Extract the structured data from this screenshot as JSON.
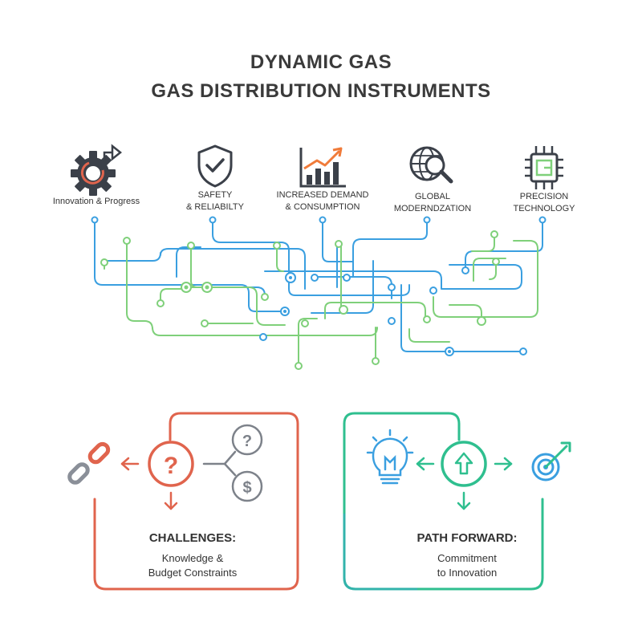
{
  "title": {
    "line1": "DYNAMIC GAS",
    "line2": "GAS DISTRIBUTION INSTRUMENTS"
  },
  "features": [
    {
      "icon": "gear-arrow-icon",
      "lines": [
        "Innovation & Progress"
      ]
    },
    {
      "icon": "shield-check-icon",
      "lines": [
        "SAFETY",
        "& RELIABILTY"
      ]
    },
    {
      "icon": "bar-chart-growth-icon",
      "lines": [
        "INCREASED DEMAND",
        "& CONSUMPTION"
      ]
    },
    {
      "icon": "globe-magnifier-icon",
      "lines": [
        "GLOBAL",
        "MODERNDZATION"
      ]
    },
    {
      "icon": "microchip-icon",
      "lines": [
        "PRECISION",
        "TECHNOLOGY"
      ]
    }
  ],
  "challenges": {
    "heading": "CHALLENGES:",
    "lines": [
      "Knowledge &",
      "Budget Constraints"
    ],
    "color": "#e0644d",
    "icons": [
      "broken-chain-icon",
      "question-circle-icon",
      "question-circle-icon",
      "dollar-circle-icon"
    ],
    "glyphs": {
      "question": "?",
      "dollar": "$"
    }
  },
  "path_forward": {
    "heading": "PATH FORWARD:",
    "lines": [
      "Commitment",
      "to Innovation"
    ],
    "color": "#2fbf8f",
    "icons": [
      "lightbulb-icon",
      "up-arrow-circle-icon",
      "target-arrow-icon"
    ]
  },
  "colors": {
    "blue": "#3a9fe0",
    "green": "#7fd07a",
    "dark": "#3b4049",
    "orange": "#f07b3a",
    "red": "#e0644d",
    "teal": "#2fbf8f"
  }
}
